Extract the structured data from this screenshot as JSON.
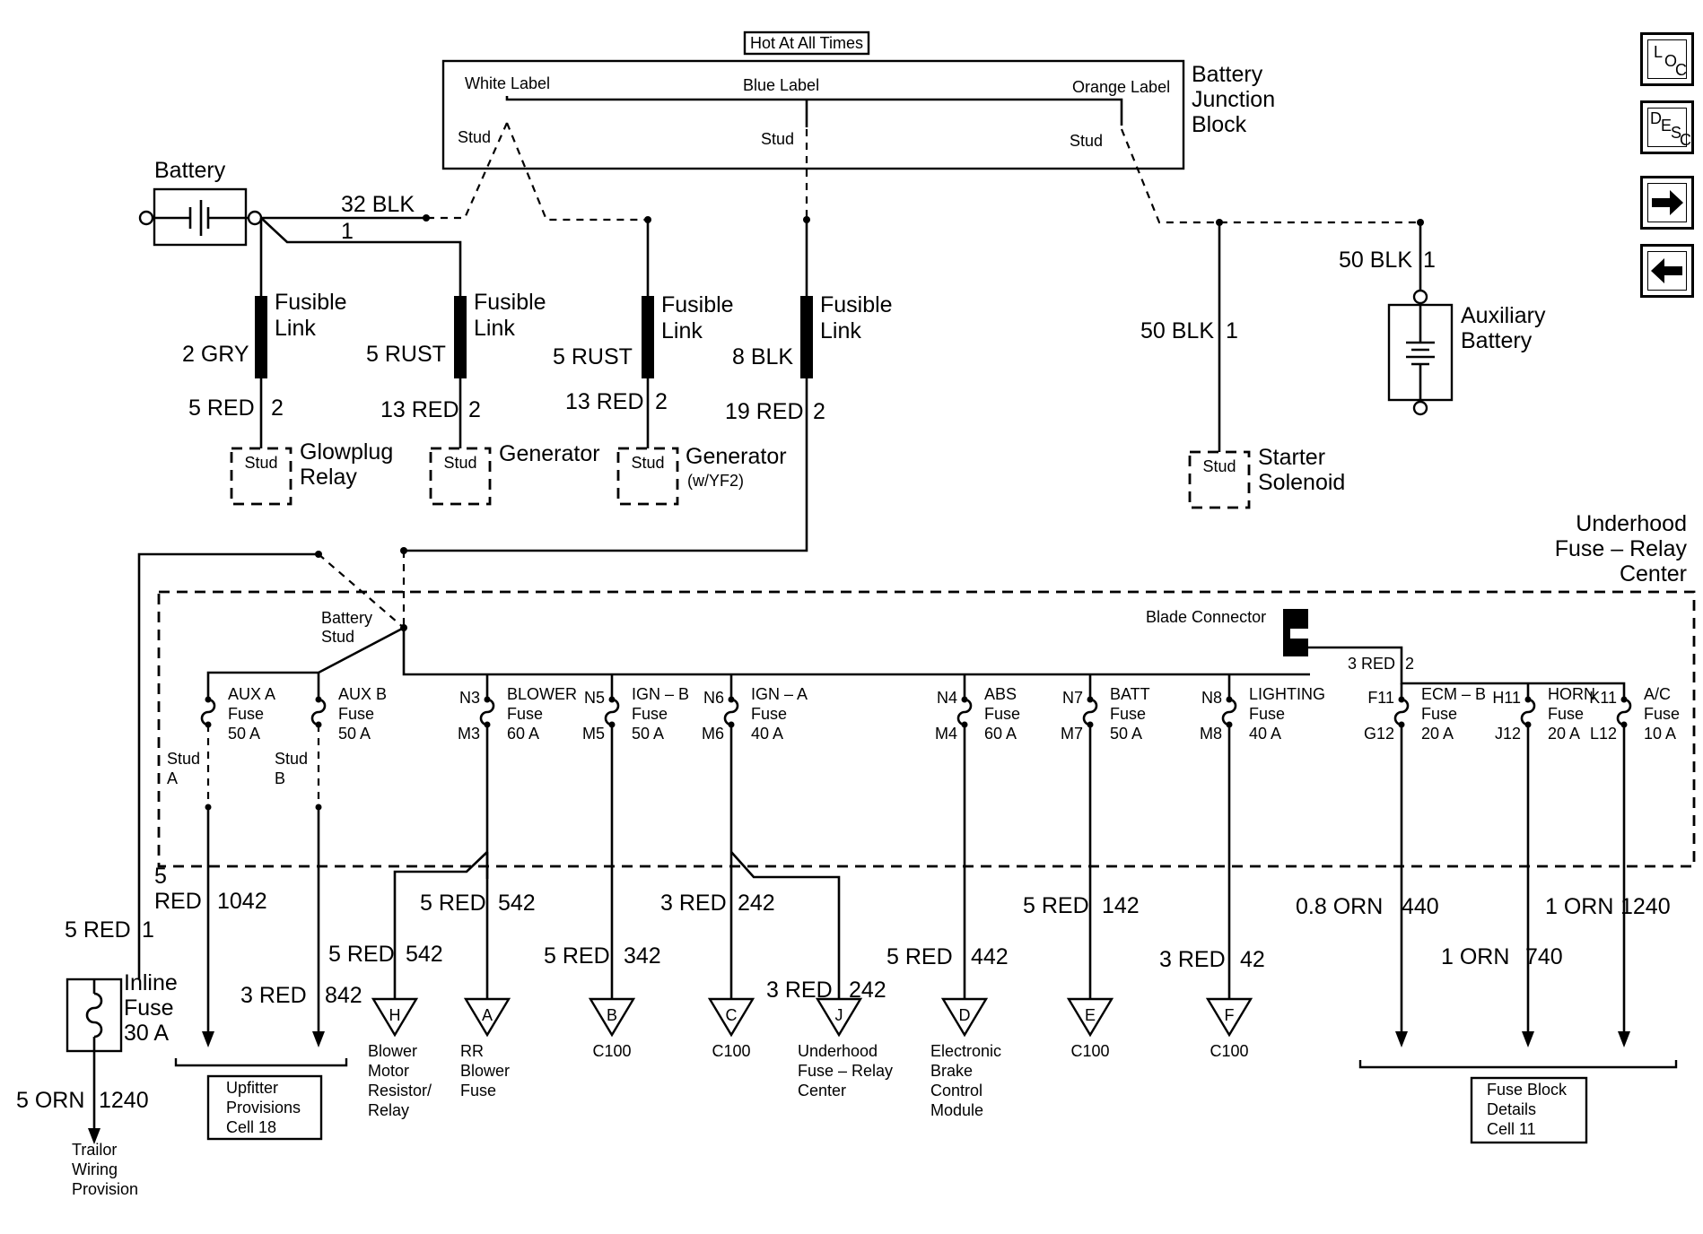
{
  "junction_block": {
    "hot_label": "Hot At All Times",
    "title": [
      "Battery",
      "Junction",
      "Block"
    ],
    "white_label": "White Label",
    "blue_label": "Blue  Label",
    "orange_label": "Orange Label",
    "stud": "Stud"
  },
  "battery": {
    "label": "Battery"
  },
  "wires": {
    "w32blk": "32 BLK",
    "w1": "1",
    "w2gry": "2 GRY",
    "w5rust_a": "5 RUST",
    "w5rust_b": "5 RUST",
    "w8blk": "8 BLK",
    "w5red_2": "5 RED",
    "w13red_a": "13 RED",
    "w13red_b": "13 RED",
    "w19red": "19 RED",
    "c2": "2",
    "w50blk_top": "50 BLK",
    "w50blk_mid": "50 BLK"
  },
  "fusible_link": [
    "Fusible",
    "Link"
  ],
  "destinations_top": {
    "glowplug": [
      "Glowplug",
      "Relay"
    ],
    "generator": "Generator",
    "generator_yf2": "Generator",
    "yf2": "(w/YF2)",
    "starter": [
      "Starter",
      "Solenoid"
    ],
    "aux_battery": [
      "Auxiliary",
      "Battery"
    ]
  },
  "fuse_center": {
    "title": [
      "Underhood",
      "Fuse – Relay",
      "Center"
    ],
    "battery_stud": [
      "Battery",
      "Stud"
    ],
    "blade_connector": "Blade Connector",
    "blade_circuit": "3 RED",
    "blade_pin": "2"
  },
  "fuses": {
    "aux_a": [
      "AUX A",
      "Fuse",
      "50 A"
    ],
    "aux_b": [
      "AUX B",
      "Fuse",
      "50 A"
    ],
    "stud_a": [
      "Stud",
      "A"
    ],
    "stud_b": [
      "Stud",
      "B"
    ],
    "blower": [
      "BLOWER",
      "Fuse",
      "60 A"
    ],
    "ign_b": [
      "IGN – B",
      "Fuse",
      "50 A"
    ],
    "ign_a": [
      "IGN – A",
      "Fuse",
      "40 A"
    ],
    "abs": [
      "ABS",
      "Fuse",
      "60 A"
    ],
    "batt": [
      "BATT",
      "Fuse",
      "50 A"
    ],
    "lighting": [
      "LIGHTING",
      "Fuse",
      "40 A"
    ],
    "ecm_b": [
      "ECM – B",
      "Fuse",
      "20 A"
    ],
    "horn": [
      "HORN",
      "Fuse",
      "20 A"
    ],
    "ac": [
      "A/C",
      "Fuse",
      "10 A"
    ]
  },
  "pins": {
    "n3": "N3",
    "m3": "M3",
    "n5": "N5",
    "m5": "M5",
    "n6": "N6",
    "m6": "M6",
    "n4": "N4",
    "m4": "M4",
    "n7": "N7",
    "m7": "M7",
    "n8": "N8",
    "m8": "M8",
    "f11": "F11",
    "g12": "G12",
    "h11": "H11",
    "j12": "J12",
    "k11": "K11",
    "l12": "L12"
  },
  "circuits": {
    "c1042_size": "5",
    "c1042_color": "RED",
    "c1042_num": "1042",
    "c842": "3 RED",
    "c842_num": "842",
    "c542a": "5 RED",
    "c542a_num": "542",
    "c542b": "5 RED",
    "c542b_num": "542",
    "c342": "5 RED",
    "c342_num": "342",
    "c242a": "3 RED",
    "c242a_num": "242",
    "c242b": "3 RED",
    "c242b_num": "242",
    "c442": "5  RED",
    "c442_num": "442",
    "c142": "5 RED",
    "c142_num": "142",
    "c42": "3 RED",
    "c42_num": "42",
    "c440": "0.8 ORN",
    "c440_num": "440",
    "c740": "1 ORN",
    "c740_num": "740",
    "c1240": "1 ORN",
    "c1240_num": "1240",
    "c5red1": "5 RED",
    "c5red1_num": "1",
    "c5orn": "5 ORN",
    "c5orn_num": "1240"
  },
  "inline_fuse": [
    "Inline",
    "Fuse",
    "30 A"
  ],
  "connectors": {
    "h": "H",
    "a": "A",
    "b": "B",
    "c": "C",
    "j": "J",
    "d": "D",
    "e": "E",
    "f": "F"
  },
  "destinations_bottom": {
    "h": [
      "Blower",
      "Motor",
      "Resistor/",
      "Relay"
    ],
    "a": [
      "RR",
      "Blower",
      "Fuse"
    ],
    "b": "C100",
    "c": "C100",
    "j": [
      "Underhood",
      "Fuse – Relay",
      "Center"
    ],
    "d": [
      "Electronic",
      "Brake",
      "Control",
      "Module"
    ],
    "e": "C100",
    "f": "C100",
    "trailer": [
      "Trailor",
      "Wiring",
      "Provision"
    ],
    "upfitter": [
      "Upfitter",
      "Provisions",
      "Cell 18"
    ],
    "fuse_block": [
      "Fuse Block",
      "Details",
      "Cell 11"
    ]
  },
  "nav": {
    "loc": [
      "L",
      "O",
      "C"
    ],
    "desc": [
      "D",
      "E",
      "S",
      "C"
    ],
    "next_icon": "arrow-right-icon",
    "prev_icon": "arrow-left-icon"
  }
}
